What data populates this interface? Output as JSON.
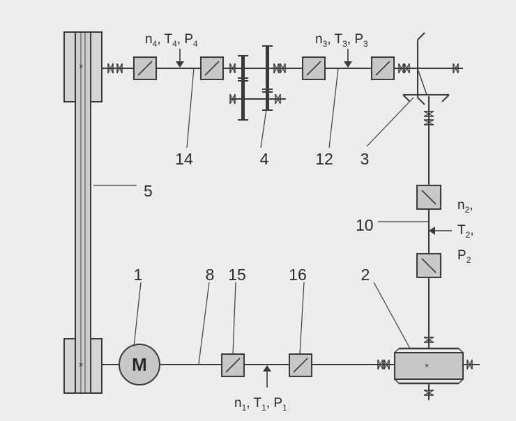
{
  "colors": {
    "background": "#ededed",
    "line": "#3a3a3a",
    "component_fill": "#c8c8c8",
    "belt_fill": "#d4d4d4"
  },
  "part_labels": {
    "motor_symbol": "M",
    "l1": "1",
    "l2": "2",
    "l3": "3",
    "l4": "4",
    "l5": "5",
    "l8": "8",
    "l10": "10",
    "l12": "12",
    "l14": "14",
    "l15": "15",
    "l16": "16"
  },
  "shaft_params": {
    "s1": {
      "n": "n",
      "n_sub": "1",
      "T": "T",
      "T_sub": "1",
      "P": "P",
      "P_sub": "1"
    },
    "s2": {
      "n": "n",
      "n_sub": "2",
      "T": "T",
      "T_sub": "2",
      "P": "P",
      "P_sub": "2"
    },
    "s3": {
      "n": "n",
      "n_sub": "3",
      "T": "T",
      "T_sub": "3",
      "P": "P",
      "P_sub": "3"
    },
    "s4": {
      "n": "n",
      "n_sub": "4",
      "T": "T",
      "T_sub": "4",
      "P": "P",
      "P_sub": "4"
    }
  }
}
